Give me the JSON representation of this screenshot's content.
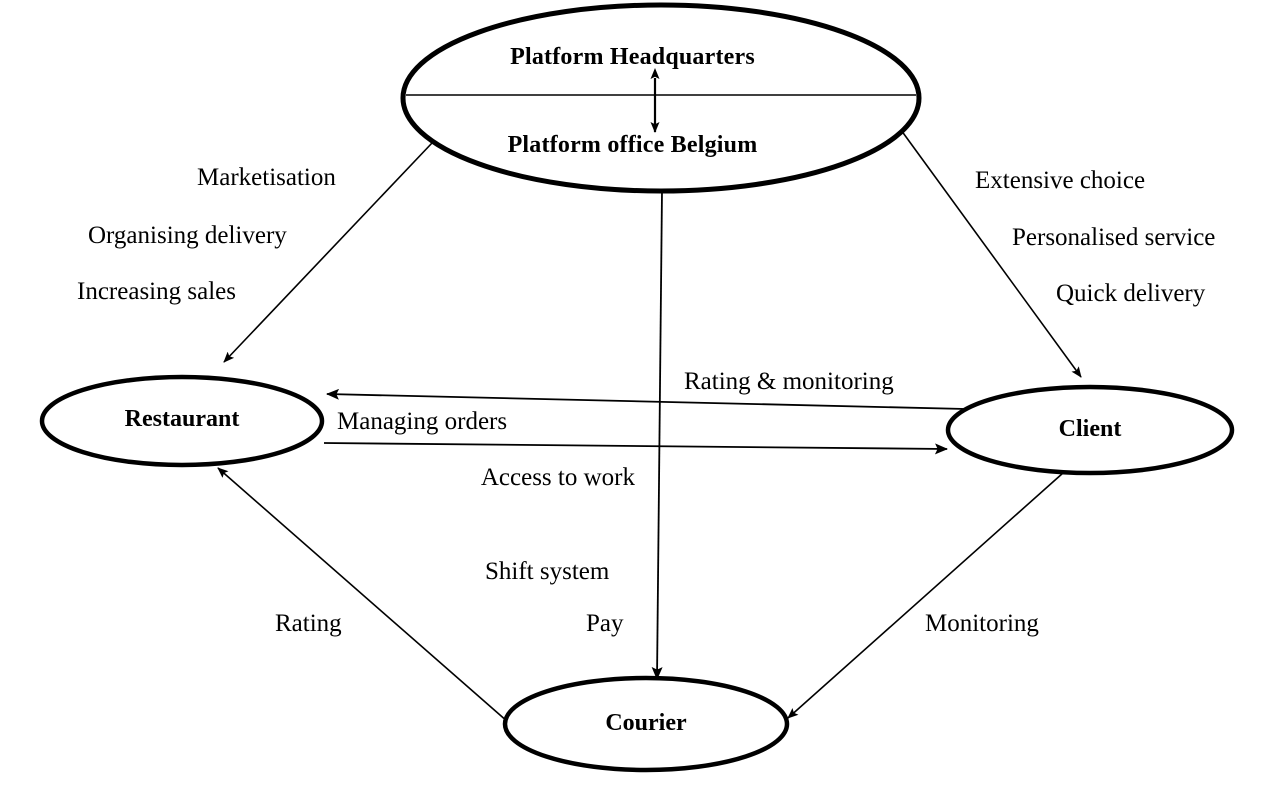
{
  "diagram": {
    "type": "relationship-diagram",
    "background_color": "#ffffff",
    "line_color": "#000000",
    "nodes": [
      {
        "id": "platform",
        "label_top": "Platform Headquarters",
        "label_bottom": "Platform office Belgium",
        "shape": "ellipse-split",
        "internal_arrow": "double-headed vertical"
      },
      {
        "id": "restaurant",
        "label": "Restaurant",
        "shape": "ellipse"
      },
      {
        "id": "client",
        "label": "Client",
        "shape": "ellipse"
      },
      {
        "id": "courier",
        "label": "Courier",
        "shape": "ellipse"
      }
    ],
    "edges": [
      {
        "id": "platform-to-restaurant",
        "from": "platform",
        "to": "restaurant",
        "arrow": "single",
        "labels": [
          "Marketisation",
          "Organising delivery",
          "Increasing sales"
        ]
      },
      {
        "id": "platform-to-client",
        "from": "platform",
        "to": "client",
        "arrow": "single",
        "labels": [
          "Extensive choice",
          "Personalised service",
          "Quick delivery"
        ]
      },
      {
        "id": "platform-to-courier",
        "from": "platform",
        "to": "courier",
        "arrow": "single",
        "labels": [
          "Access to",
          "work",
          "Shift system",
          "Pay"
        ]
      },
      {
        "id": "client-to-restaurant",
        "from": "client",
        "to": "restaurant",
        "arrow": "single",
        "labels": [
          "Rating & monitoring"
        ]
      },
      {
        "id": "restaurant-to-client",
        "from": "restaurant",
        "to": "client",
        "arrow": "single",
        "labels": [
          "Managing orders"
        ]
      },
      {
        "id": "courier-to-restaurant",
        "from": "courier",
        "to": "restaurant",
        "arrow": "single",
        "labels": [
          "Rating"
        ]
      },
      {
        "id": "client-to-courier",
        "from": "client",
        "to": "courier",
        "arrow": "single",
        "labels": [
          "Monitoring"
        ]
      }
    ]
  },
  "labels": {
    "platform_headquarters": "Platform Headquarters",
    "platform_office_belgium": "Platform office Belgium",
    "restaurant": "Restaurant",
    "client": "Client",
    "courier": "Courier",
    "marketisation": "Marketisation",
    "organising_delivery": "Organising delivery",
    "increasing_sales": "Increasing sales",
    "extensive_choice": "Extensive choice",
    "personalised_service": "Personalised service",
    "quick_delivery": "Quick delivery",
    "rating_and_monitoring": "Rating & monitoring",
    "managing_orders": "Managing orders",
    "access_to_work": "Access to work",
    "shift_system": "Shift system",
    "pay": "Pay",
    "rating": "Rating",
    "monitoring": "Monitoring"
  }
}
